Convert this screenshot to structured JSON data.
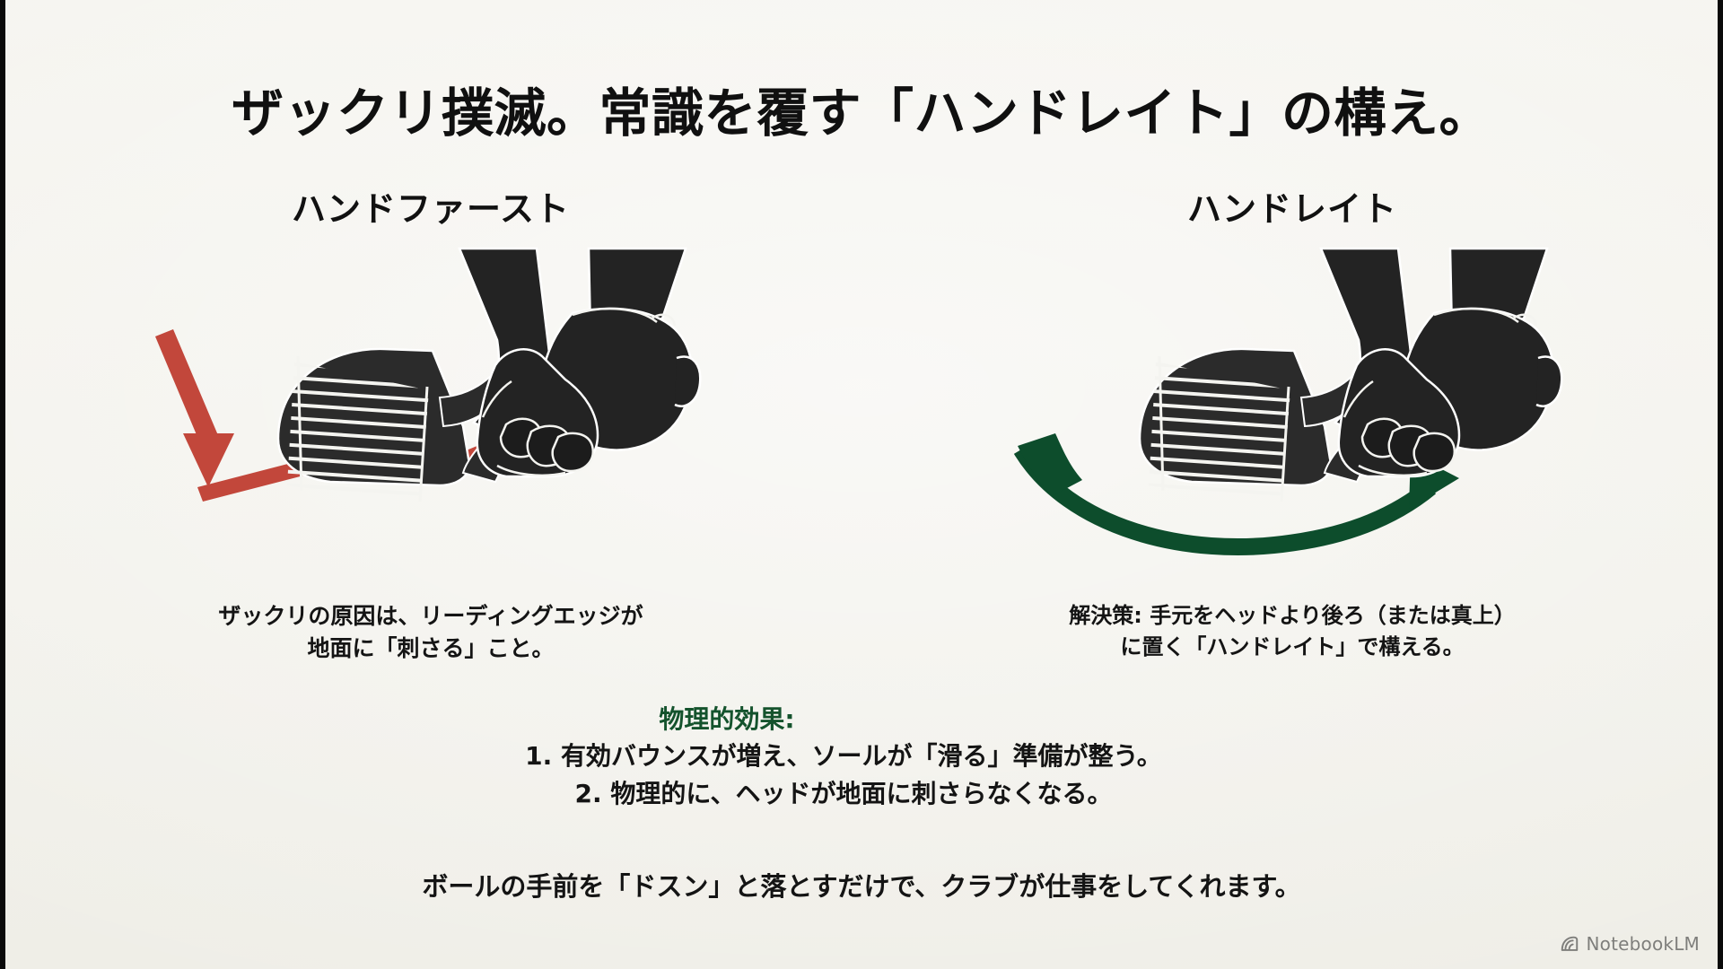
{
  "slide": {
    "background_color": "#f3f2ec",
    "title": "ザックリ撲滅。常識を覆す「ハンドレイト」の構え。"
  },
  "panels": [
    {
      "id": "hand-first",
      "heading": "ハンドファースト",
      "caption": "ザックリの原因は、リーディングエッジが\n地面に「刺さる」こと。",
      "arrow_color": "#c2473b",
      "arrow_semantic": "downward-digging-arrow"
    },
    {
      "id": "hand-late",
      "heading": "ハンドレイト",
      "caption": "解決策: 手元をヘッドより後ろ（または真上）\nに置く「ハンドレイト」で構える。",
      "arrow_color": "#0d4d2c",
      "arrow_semantic": "sweeping-glide-arrow"
    }
  ],
  "physics": {
    "heading": "物理的効果:",
    "heading_color": "#14532d",
    "items": [
      "1. 有効バウンスが増え、ソールが「滑る」準備が整う。",
      "2. 物理的に、ヘッドが地面に刺さらなくなる。"
    ]
  },
  "closing": "ボールの手前を「ドスン」と落とすだけで、クラブが仕事をしてくれます。",
  "watermark": {
    "label": "NotebookLM",
    "icon": "notebooklm-spiral-icon"
  }
}
